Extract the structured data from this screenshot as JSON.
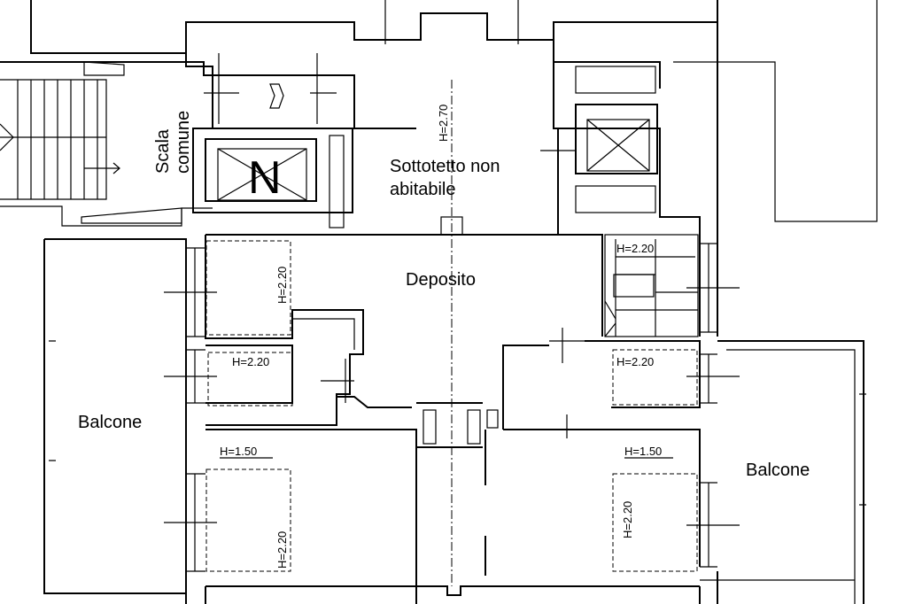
{
  "labels": {
    "scala": [
      "Scala",
      "comune"
    ],
    "sottotetto": [
      "Sottotetto non",
      "abitabile"
    ],
    "deposito": "Deposito",
    "balcone_left": "Balcone",
    "balcone_right": "Balcone",
    "elevator_letter": "N"
  },
  "heights": {
    "h270": "H=2.70",
    "h220_a": "H=2.20",
    "h220_b": "H=2.20",
    "h220_c": "H=2.20",
    "h220_d": "H=2.20",
    "h220_e": "H=2.20",
    "h220_f": "H=2.20",
    "h150_a": "H=1.50",
    "h150_b": "H=1.50"
  }
}
